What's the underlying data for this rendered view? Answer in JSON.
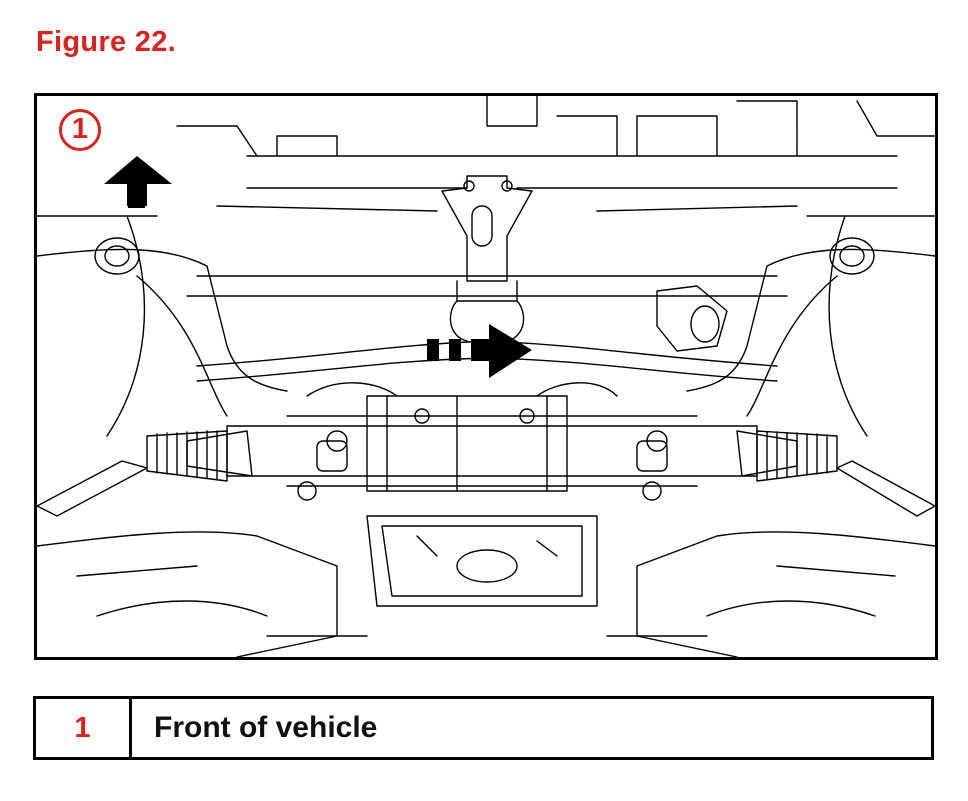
{
  "figure": {
    "title": "Figure 22."
  },
  "diagram": {
    "callout_number": "1",
    "front_arrow_icon": "up-arrow-icon",
    "direction_arrow_icon": "dashed-right-arrow-icon"
  },
  "legend": {
    "rows": [
      {
        "number": "1",
        "description": "Front of vehicle"
      }
    ]
  },
  "colors": {
    "accent": "#e0201b",
    "line": "#000000"
  }
}
